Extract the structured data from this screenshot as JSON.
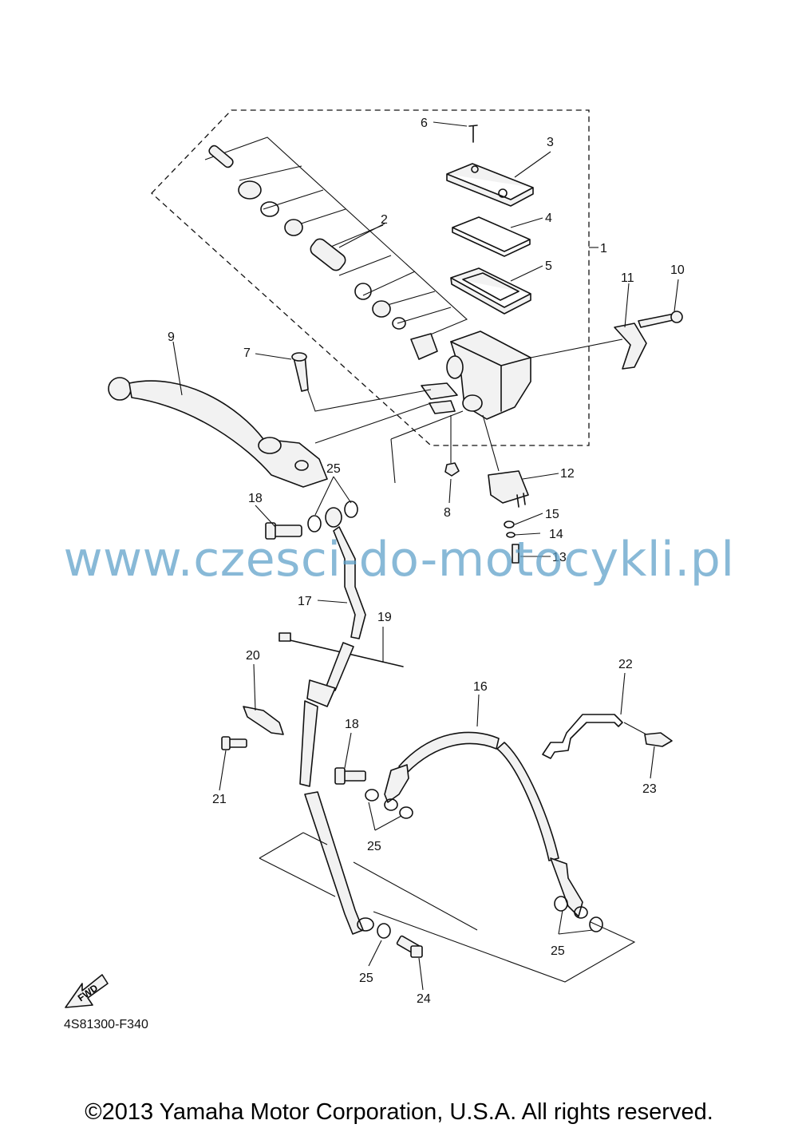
{
  "diagram": {
    "callouts": [
      {
        "id": "c1",
        "label": "1"
      },
      {
        "id": "c2",
        "label": "2"
      },
      {
        "id": "c3",
        "label": "3"
      },
      {
        "id": "c4",
        "label": "4"
      },
      {
        "id": "c5",
        "label": "5"
      },
      {
        "id": "c6",
        "label": "6"
      },
      {
        "id": "c7",
        "label": "7"
      },
      {
        "id": "c8",
        "label": "8"
      },
      {
        "id": "c9",
        "label": "9"
      },
      {
        "id": "c10",
        "label": "10"
      },
      {
        "id": "c11",
        "label": "11"
      },
      {
        "id": "c12",
        "label": "12"
      },
      {
        "id": "c13",
        "label": "13"
      },
      {
        "id": "c14",
        "label": "14"
      },
      {
        "id": "c15",
        "label": "15"
      },
      {
        "id": "c16",
        "label": "16"
      },
      {
        "id": "c17",
        "label": "17"
      },
      {
        "id": "c18a",
        "label": "18"
      },
      {
        "id": "c18b",
        "label": "18"
      },
      {
        "id": "c19",
        "label": "19"
      },
      {
        "id": "c20",
        "label": "20"
      },
      {
        "id": "c21",
        "label": "21"
      },
      {
        "id": "c22",
        "label": "22"
      },
      {
        "id": "c23",
        "label": "23"
      },
      {
        "id": "c24",
        "label": "24"
      },
      {
        "id": "c25a",
        "label": "25"
      },
      {
        "id": "c25b",
        "label": "25"
      },
      {
        "id": "c25c",
        "label": "25"
      },
      {
        "id": "c25d",
        "label": "25"
      }
    ],
    "fwd_marker": "FWD",
    "drawing_code": "4S81300-F340"
  },
  "watermark": "www.czesci-do-motocykli.pl",
  "copyright": "©2013 Yamaha Motor Corporation, U.S.A. All rights reserved."
}
